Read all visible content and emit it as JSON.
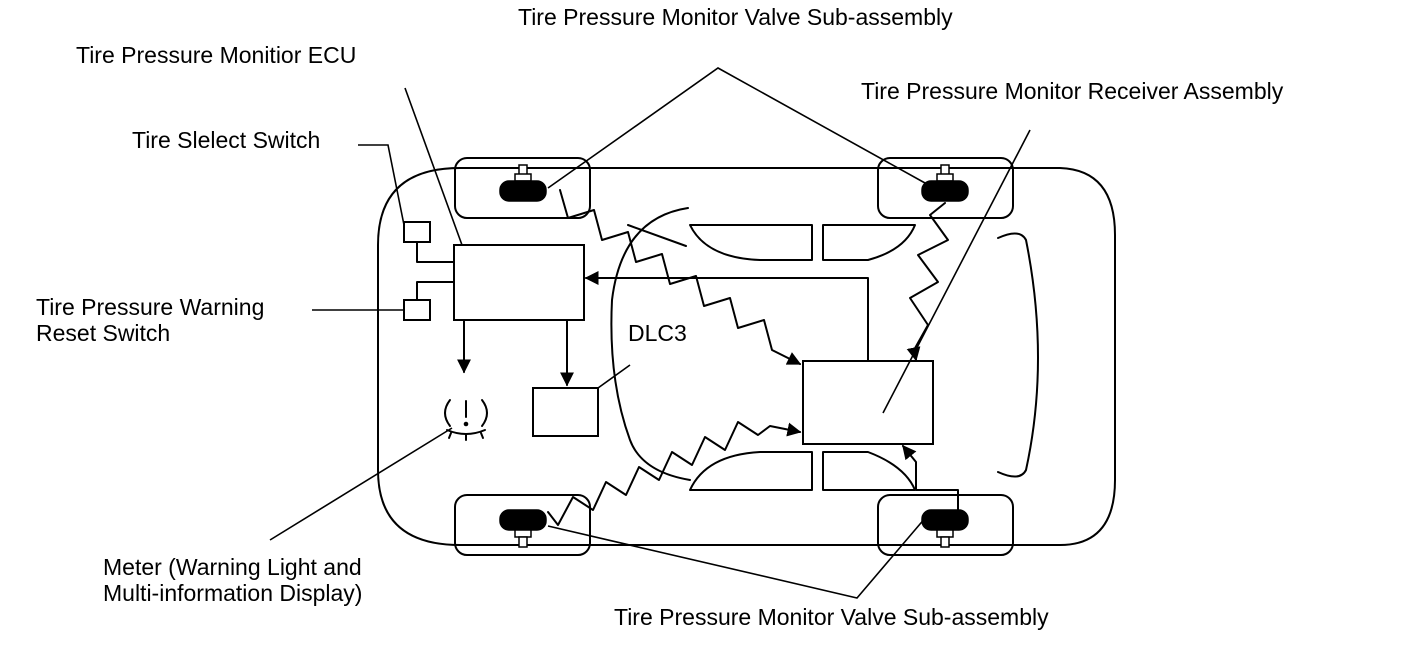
{
  "labels": {
    "valve_top": "Tire Pressure Monitor Valve Sub-assembly",
    "ecu": "Tire Pressure  Monitior ECU",
    "receiver": "Tire Pressure Monitor Receiver Assembly",
    "select_switch": "Tire Slelect Switch",
    "warning_reset_line1": "Tire Pressure Warning",
    "warning_reset_line2": "Reset Switch",
    "dlc3": "DLC3",
    "meter_line1": "Meter (Warning Light and",
    "meter_line2": "Multi-information Display)",
    "valve_bottom": "Tire Pressure Monitor Valve Sub-assembly"
  },
  "icons": {
    "warning_light": "tire-pressure-warning-icon",
    "valve_sensor": "tire-valve-sensor-icon"
  }
}
